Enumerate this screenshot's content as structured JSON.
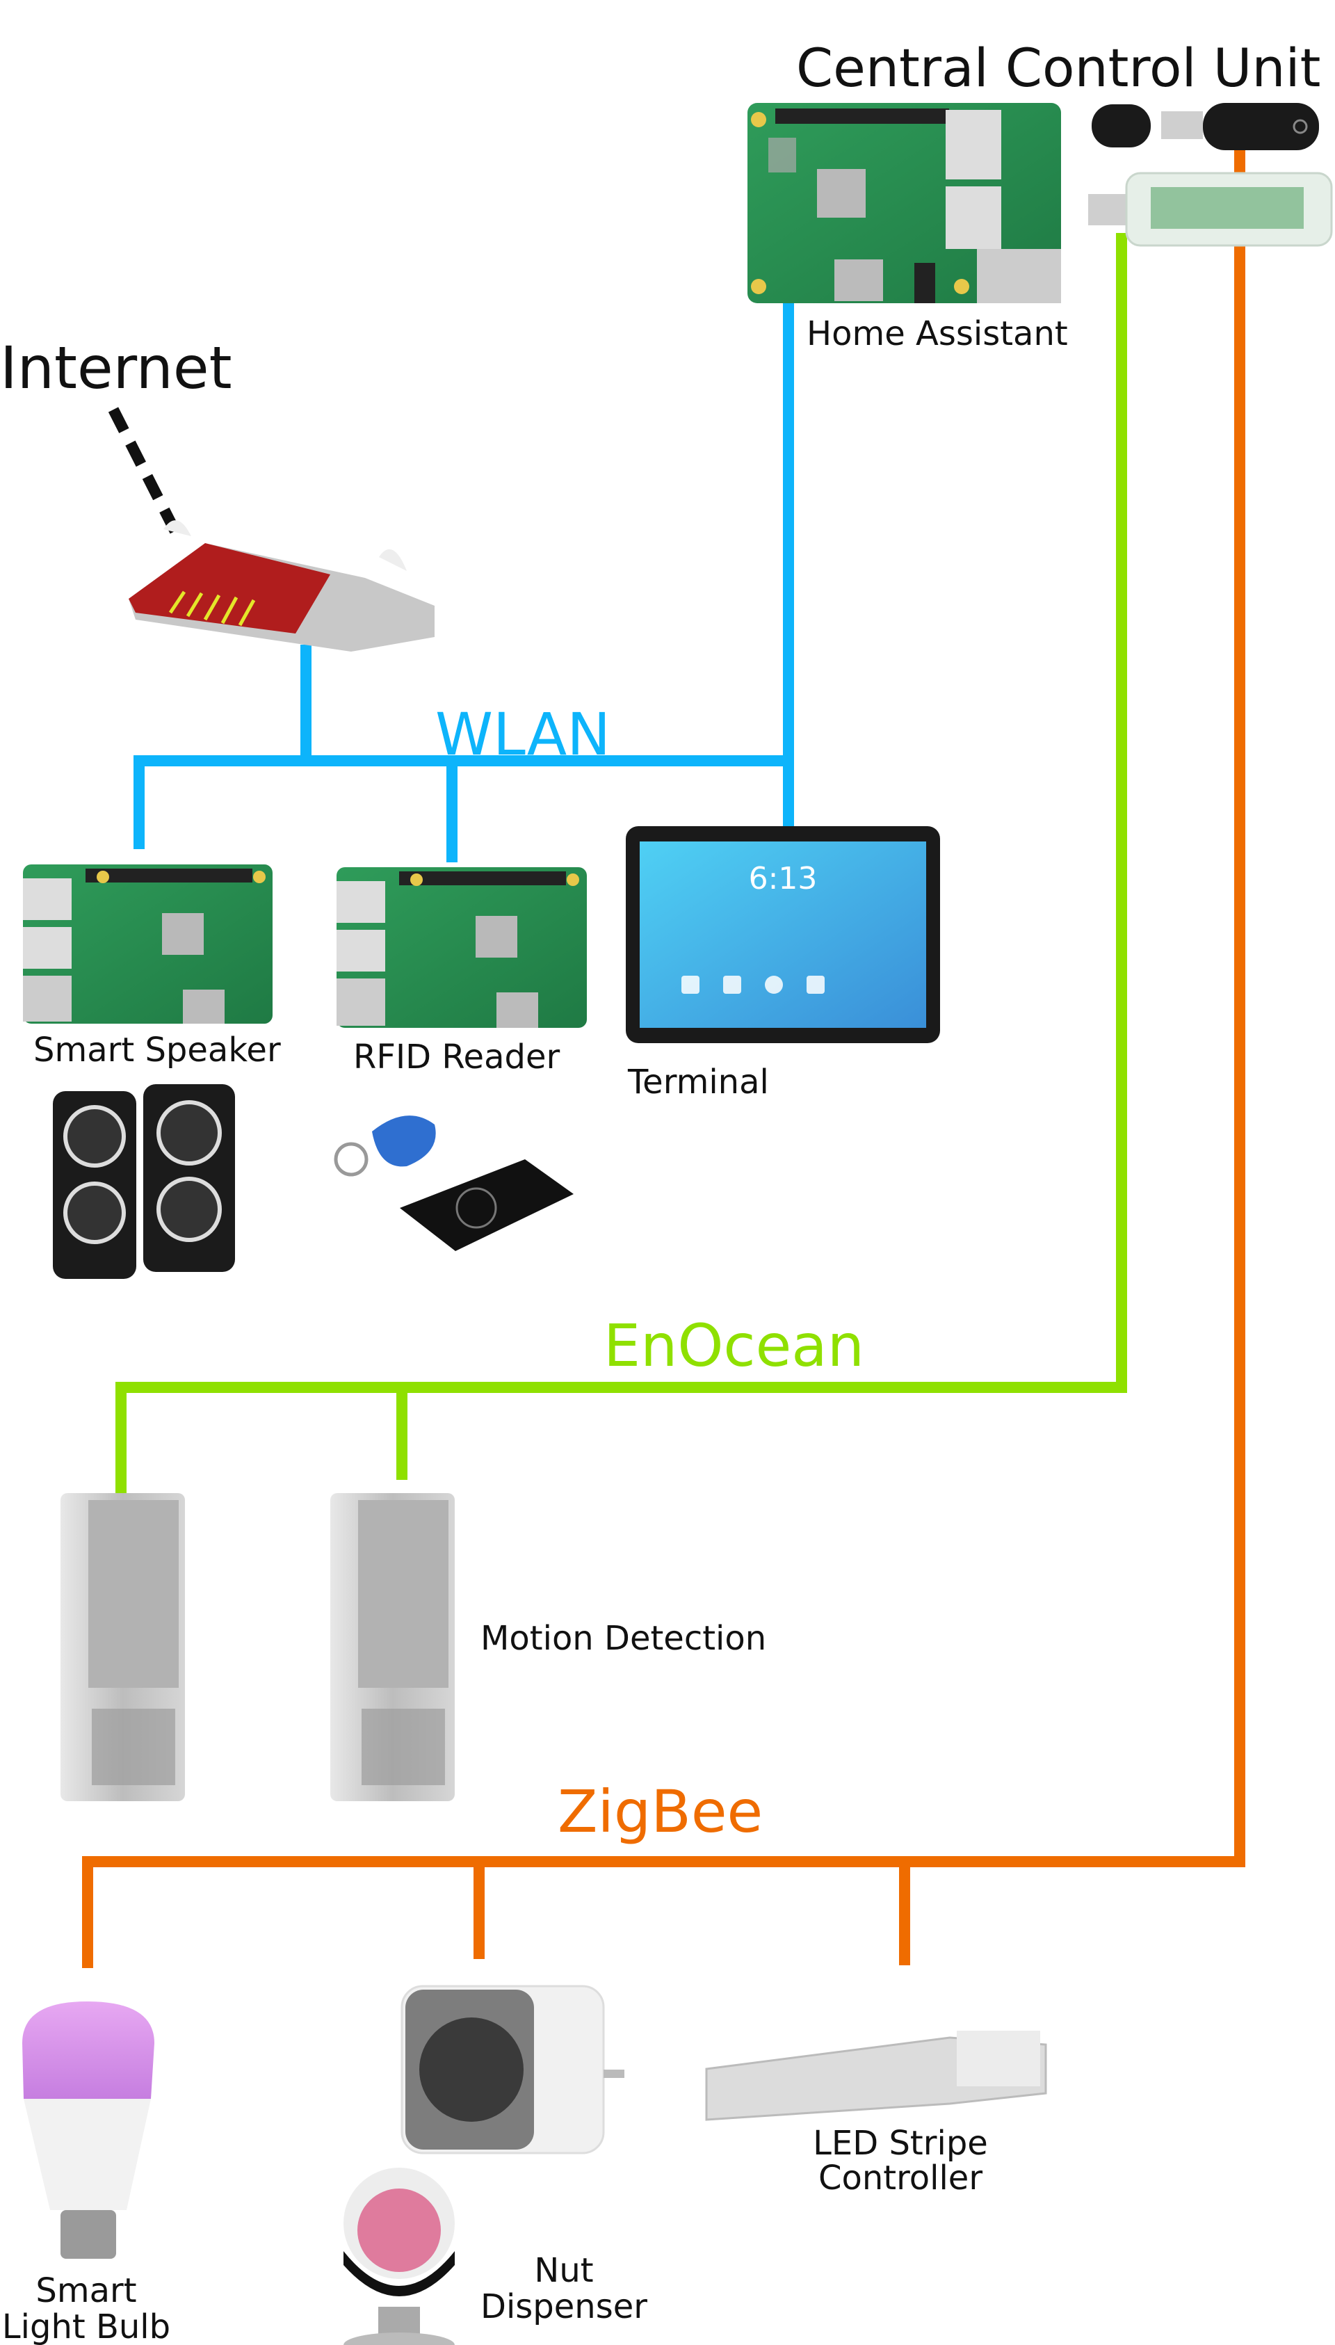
{
  "colors": {
    "wlan": "#0db4fb",
    "enocean": "#8fe000",
    "zigbee": "#ef6c00",
    "internet": "#111111"
  },
  "labels": {
    "central_control_unit": "Central Control Unit",
    "home_assistant": "Home Assistant",
    "internet": "Internet",
    "smart_speaker": "Smart Speaker",
    "rfid_reader": "RFID Reader",
    "terminal": "Terminal",
    "motion_detection": "Motion Detection",
    "smart_light_bulb_line1": "Smart",
    "smart_light_bulb_line2": "Light Bulb",
    "nut_dispenser_line1": "Nut",
    "nut_dispenser_line2": "Dispenser",
    "led_controller_line1": "LED Stripe",
    "led_controller_line2": "Controller"
  },
  "networks": {
    "wlan": "WLAN",
    "enocean": "EnOcean",
    "zigbee": "ZigBee"
  },
  "tablet": {
    "clock": "6:13"
  }
}
